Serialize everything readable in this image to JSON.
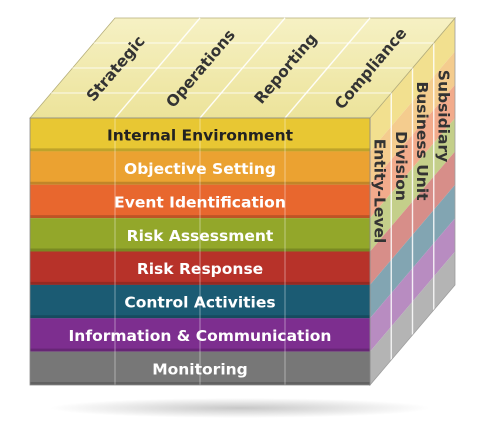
{
  "diagram": {
    "top_labels": [
      "Strategic",
      "Operations",
      "Reporting",
      "Compliance"
    ],
    "front_rows": [
      {
        "label": "Internal Environment",
        "color": "#e8c733",
        "text_color": "#222222"
      },
      {
        "label": "Objective Setting",
        "color": "#eba231",
        "text_color": "#ffffff"
      },
      {
        "label": "Event Identification",
        "color": "#e8672e",
        "text_color": "#ffffff"
      },
      {
        "label": "Risk Assessment",
        "color": "#93a72a",
        "text_color": "#ffffff"
      },
      {
        "label": "Risk Response",
        "color": "#b73229",
        "text_color": "#ffffff"
      },
      {
        "label": "Control Activities",
        "color": "#1b5b73",
        "text_color": "#ffffff"
      },
      {
        "label": "Information & Communication",
        "color": "#7d2e8f",
        "text_color": "#ffffff"
      },
      {
        "label": "Monitoring",
        "color": "#777777",
        "text_color": "#ffffff"
      }
    ],
    "side_labels": [
      "Entity-Level",
      "Division",
      "Business Unit",
      "Subsidiary"
    ],
    "top_color": "#f1ebb0",
    "grid_color": "#c9c49a"
  }
}
